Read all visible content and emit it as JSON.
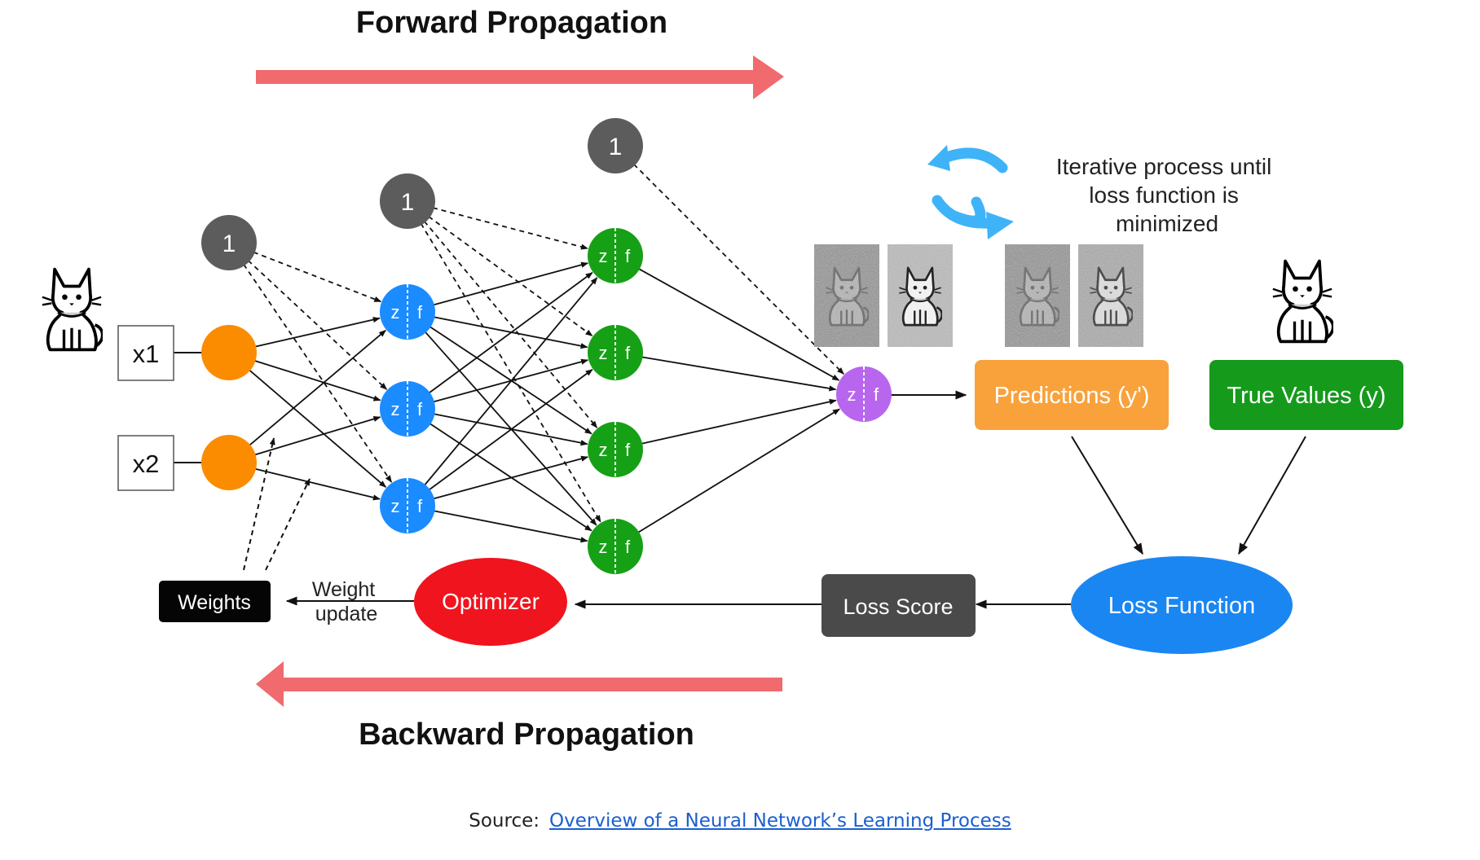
{
  "headings": {
    "forward": "Forward Propagation",
    "backward": "Backward Propagation"
  },
  "inputs": {
    "x1": "x1",
    "x2": "x2"
  },
  "bias_label": "1",
  "neuron_parts": {
    "z": "z",
    "f": "f"
  },
  "loop_note": [
    "Iterative process until",
    "loss function is",
    "minimized"
  ],
  "boxes": {
    "predictions": "Predictions (y')",
    "true_values": "True Values (y)",
    "loss_function": "Loss Function",
    "loss_score": "Loss Score",
    "optimizer": "Optimizer",
    "weights": "Weights"
  },
  "weight_update": [
    "Weight",
    "update"
  ],
  "source": {
    "label": "Source:",
    "link_text": "Overview of a Neural Network’s Learning Process"
  },
  "colors": {
    "arrow_red": "#f06a6e",
    "input_node": "#fb8c00",
    "hidden1_node": "#1a8cff",
    "hidden2_node": "#16a016",
    "output_node": "#b866ee",
    "bias_node": "#5c5c5c",
    "predictions_box": "#f9a23c",
    "true_values_box": "#169a1c",
    "loss_function": "#1a86f2",
    "loss_score": "#4a4a4a",
    "optimizer": "#f0141e",
    "weights": "#050505",
    "cycle_arrows": "#3fb3f7",
    "link": "#1a5fd0"
  },
  "icons": [
    "cat-icon",
    "cycle-arrows-icon",
    "noisy-cat-image"
  ]
}
